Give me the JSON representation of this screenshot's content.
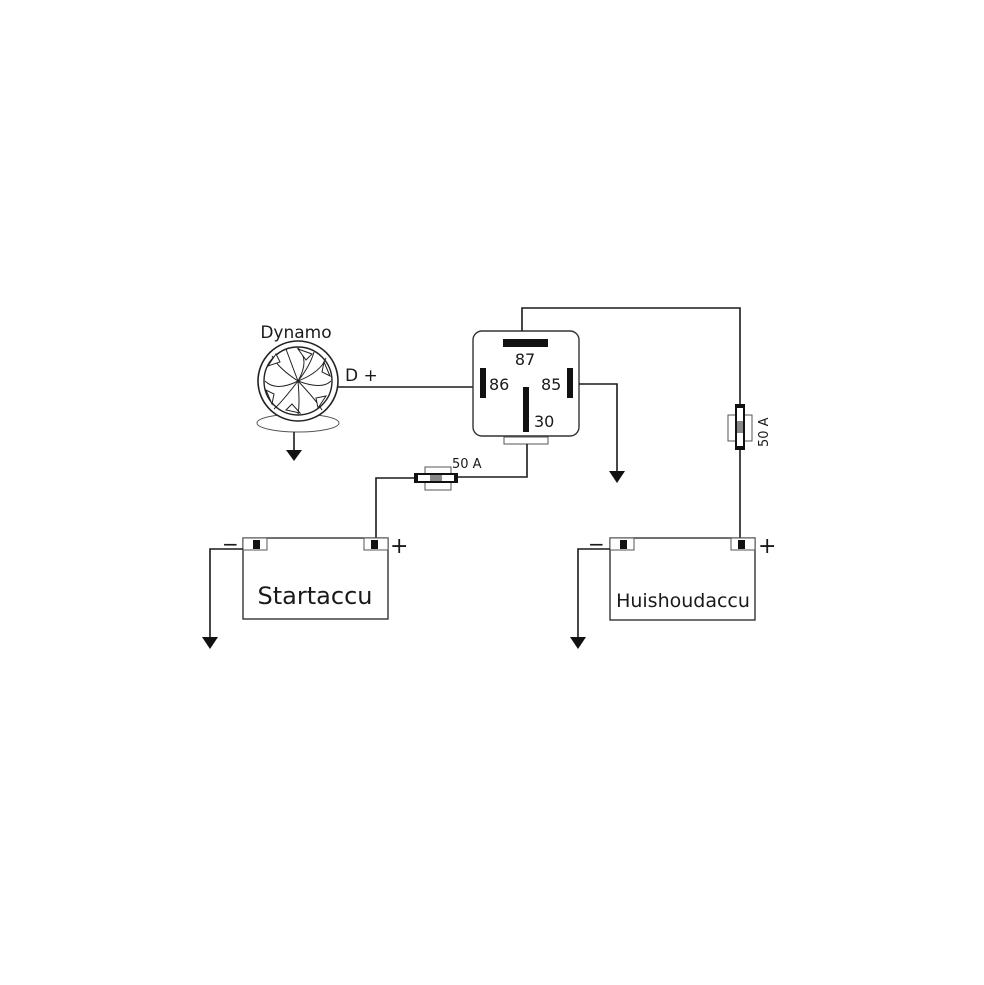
{
  "diagram": {
    "type": "wiring-diagram",
    "components": {
      "dynamo": {
        "label": "Dynamo",
        "terminal_label": "D +"
      },
      "relay": {
        "pins": {
          "p87": "87",
          "p86": "86",
          "p85": "85",
          "p30": "30"
        }
      },
      "fuse_start": {
        "label": "50 A"
      },
      "fuse_house": {
        "label": "50 A"
      },
      "battery_start": {
        "label": "Startaccu",
        "minus": "−",
        "plus": "+"
      },
      "battery_house": {
        "label": "Huishoudaccu",
        "minus": "−",
        "plus": "+"
      }
    },
    "connections": [
      {
        "from": "Dynamo D+",
        "to": "Relay 86"
      },
      {
        "from": "Relay 85",
        "to": "ground"
      },
      {
        "from": "Relay 30",
        "to": "Fuse 50 A",
        "then": "Startaccu +"
      },
      {
        "from": "Relay 87",
        "to": "Fuse 50 A",
        "then": "Huishoudaccu +"
      },
      {
        "from": "Startaccu −",
        "to": "ground"
      },
      {
        "from": "Huishoudaccu −",
        "to": "ground"
      },
      {
        "from": "Dynamo",
        "to": "ground"
      }
    ],
    "colors": {
      "line": "#1a1a1a",
      "background": "#ffffff"
    }
  }
}
